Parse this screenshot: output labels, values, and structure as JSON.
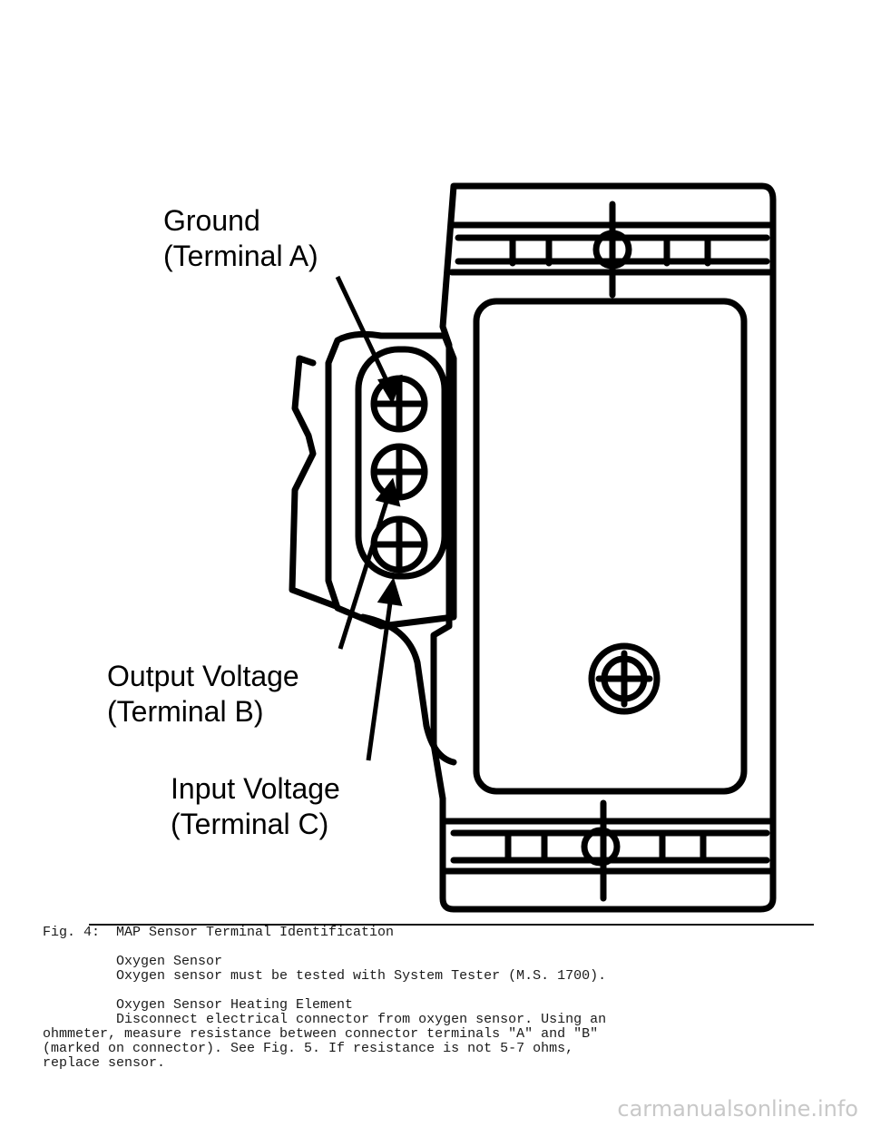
{
  "figure": {
    "label_a_line1": "Ground",
    "label_a_line2": "(Terminal A)",
    "label_b_line1": "Output Voltage",
    "label_b_line2": "(Terminal B)",
    "label_c_line1": "Input Voltage",
    "label_c_line2": "(Terminal C)",
    "caption": "Fig. 4:  MAP Sensor Terminal Identification"
  },
  "text": {
    "oxygen_heading": "         Oxygen Sensor",
    "oxygen_body": "         Oxygen sensor must be tested with System Tester (M.S. 1700).",
    "heating_heading": "         Oxygen Sensor Heating Element",
    "heating_body_1": "         Disconnect electrical connector from oxygen sensor. Using an",
    "heating_body_2": "ohmmeter, measure resistance between connector terminals \"A\" and \"B\"",
    "heating_body_3": "(marked on connector). See Fig. 5. If resistance is not 5-7 ohms,",
    "heating_body_4": "replace sensor."
  },
  "watermark": "carmanualsonline.info"
}
